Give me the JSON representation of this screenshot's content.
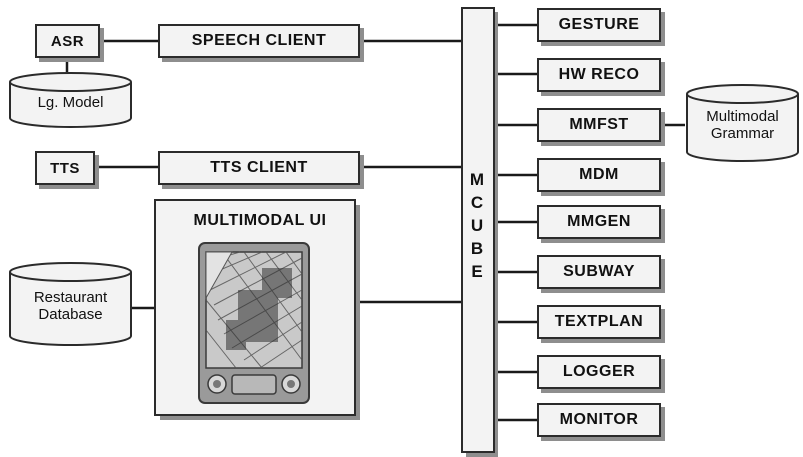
{
  "asr": "ASR",
  "language_model": "Lg. Model",
  "speech_client": "SPEECH CLIENT",
  "tts": "TTS",
  "tts_client": "TTS CLIENT",
  "multimodal_ui": "MULTIMODAL UI",
  "restaurant_database": [
    "Restaurant",
    "Database"
  ],
  "mcube": [
    "M",
    "C",
    "U",
    "B",
    "E"
  ],
  "modules": [
    "GESTURE",
    "HW RECO",
    "MMFST",
    "MDM",
    "MMGEN",
    "SUBWAY",
    "TEXTPLAN",
    "LOGGER",
    "MONITOR"
  ],
  "multimodal_grammar": [
    "Multimodal",
    "Grammar"
  ]
}
